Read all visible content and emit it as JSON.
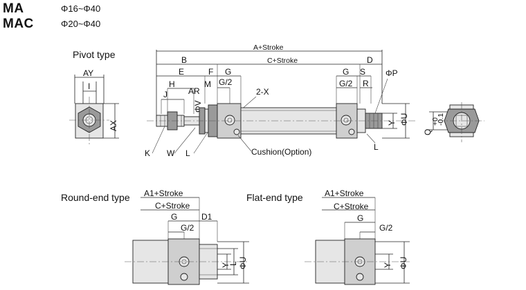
{
  "header": {
    "models": [
      {
        "name": "MA",
        "range": "Φ16~Φ40"
      },
      {
        "name": "MAC",
        "range": "Φ20~Φ40"
      }
    ]
  },
  "sections": {
    "pivot": "Pivot type",
    "round": "Round-end type",
    "flat": "Flat-end type"
  },
  "dims": {
    "a_stroke": "A+Stroke",
    "c_stroke": "C+Stroke",
    "a1_stroke": "A1+Stroke",
    "b": "B",
    "d": "D",
    "d1": "D1",
    "e": "E",
    "f": "F",
    "g": "G",
    "g2": "G/2",
    "s": "S",
    "r": "R",
    "h": "H",
    "j": "J",
    "m": "M",
    "ar": "AR",
    "v": "ΦV",
    "p": "ΦP",
    "u": "ΦU",
    "y": "Y",
    "q": "Q",
    "q_tol_upper": "+0",
    "q_tol_lower": "-0.1",
    "ay": "AY",
    "i": "I",
    "ax": "AX",
    "l": "L",
    "k": "K",
    "w": "W",
    "x": "2-X",
    "cushion": "Cushion(Option)"
  }
}
